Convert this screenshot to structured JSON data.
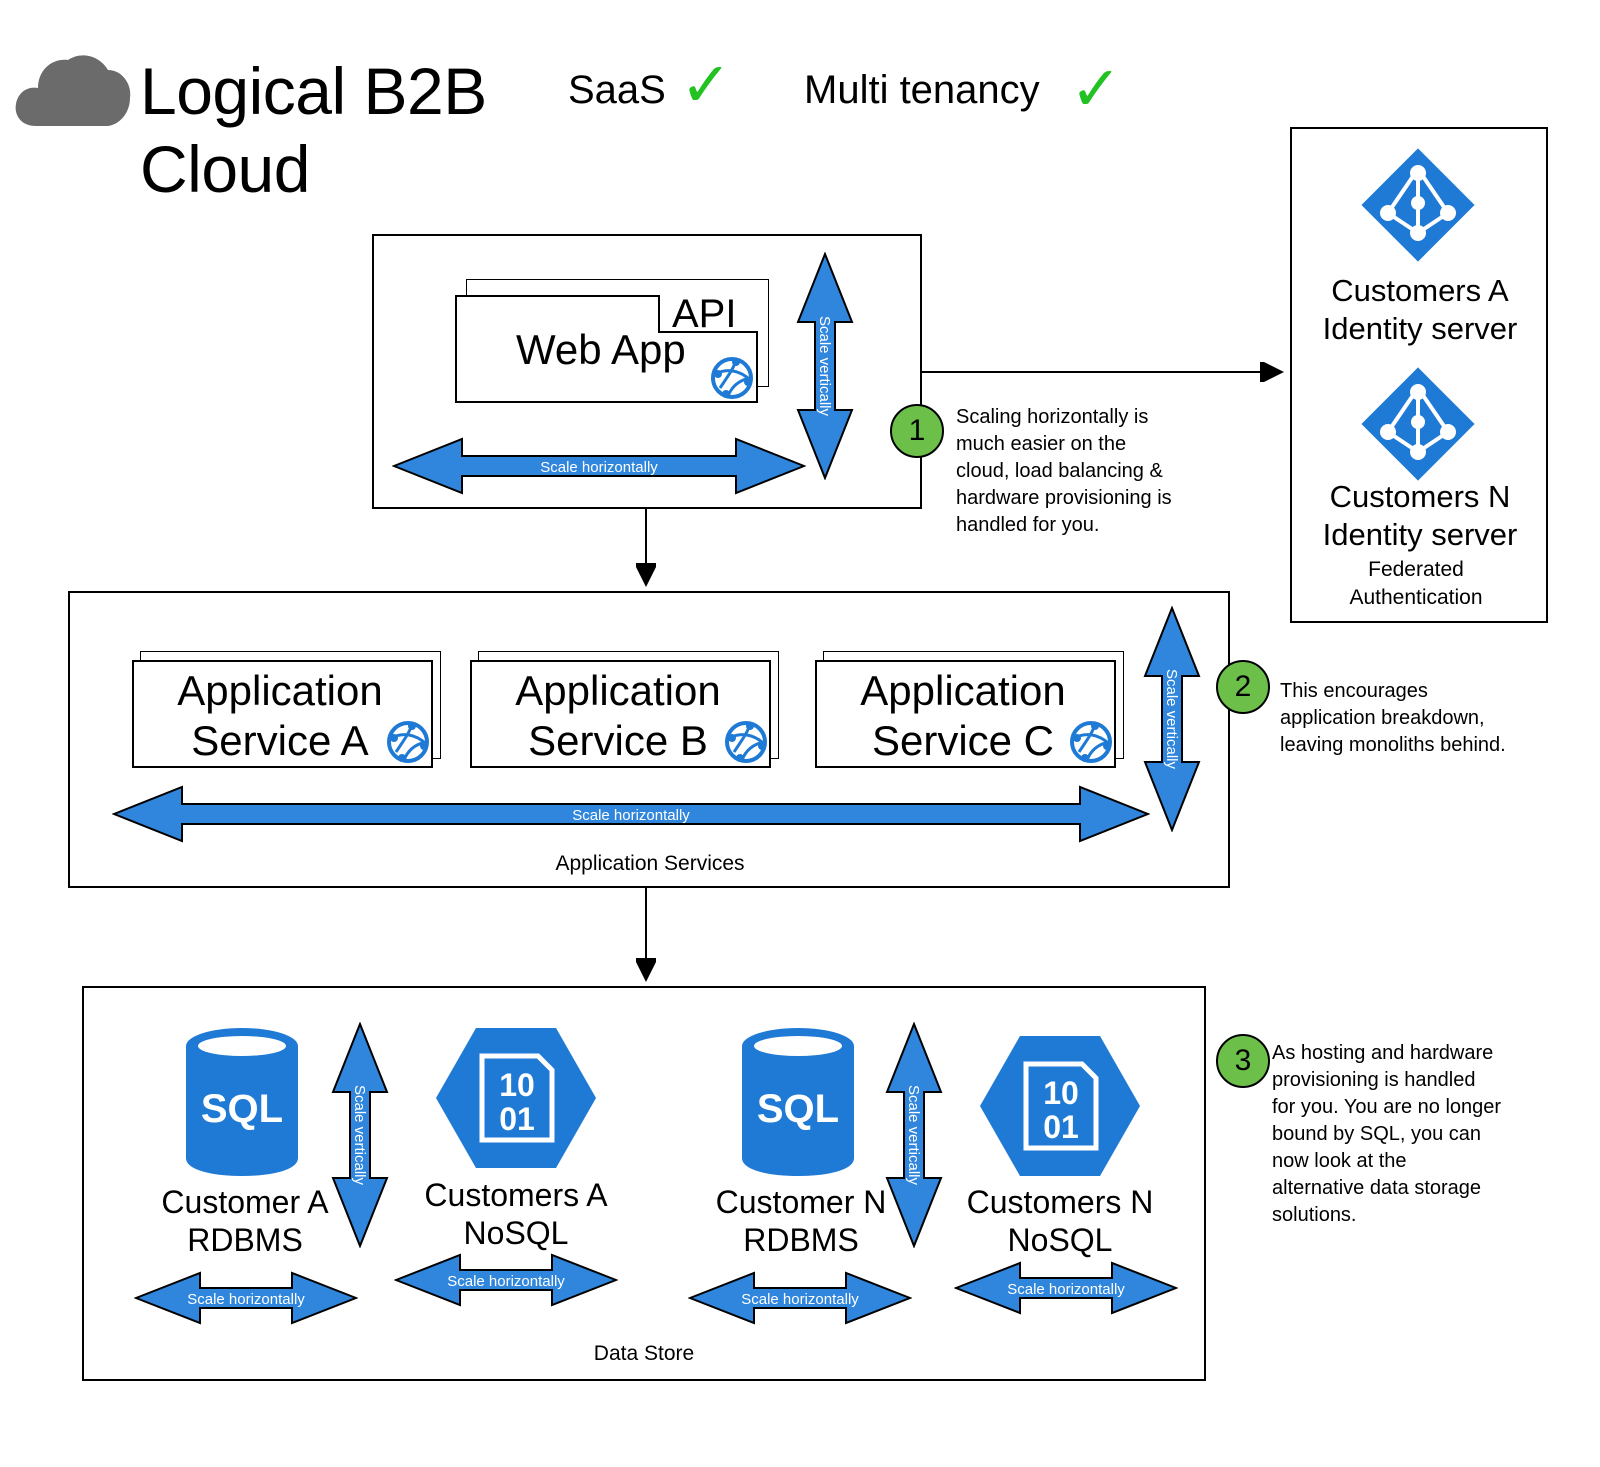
{
  "header": {
    "title_line1": "Logical B2B",
    "title_line2": "Cloud",
    "saas_label": "SaaS",
    "multitenancy_label": "Multi tenancy",
    "check_glyph": "✓",
    "check_color": "#22c222"
  },
  "web_tier": {
    "api_label": "API",
    "webapp_label": "Web App",
    "scale_horizontal": "Scale horizontally",
    "scale_vertical": "Scale vertically"
  },
  "identity": {
    "customer_a_line1": "Customers  A",
    "customer_a_line2": "Identity server",
    "customer_n_line1": "Customers  N",
    "customer_n_line2": "Identity server",
    "federated_line1": "Federated",
    "federated_line2": "Authentication"
  },
  "notes": {
    "n1": {
      "number": "1",
      "lines": [
        "Scaling horizontally is",
        "much easier on the",
        "cloud, load balancing &",
        "hardware provisioning is",
        "handled for you."
      ]
    },
    "n2": {
      "number": "2",
      "lines": [
        "This encourages",
        "application breakdown,",
        "leaving monoliths behind."
      ]
    },
    "n3": {
      "number": "3",
      "lines": [
        "As hosting and hardware",
        "provisioning is handled",
        "for you. You are no longer",
        "bound by SQL, you can",
        "now look at the",
        "alternative  data  storage",
        "solutions."
      ]
    }
  },
  "app_services": {
    "caption": "Application Services",
    "scale_horizontal": "Scale horizontally",
    "scale_vertical": "Scale vertically",
    "services": [
      {
        "line1": "Application",
        "line2": "Service A"
      },
      {
        "line1": "Application",
        "line2": "Service B"
      },
      {
        "line1": "Application",
        "line2": "Service C"
      }
    ]
  },
  "data_store": {
    "caption": "Data Store",
    "sql_icon_text": "SQL",
    "nosql_icon_line1": "10",
    "nosql_icon_line2": "01",
    "scale_horizontal": "Scale horizontally",
    "scale_vertical": "Scale vertically",
    "stores": [
      {
        "line1": "Customer A",
        "line2": "RDBMS"
      },
      {
        "line1": "Customers A",
        "line2": "NoSQL"
      },
      {
        "line1": "Customer N",
        "line2": "RDBMS"
      },
      {
        "line1": "Customers N",
        "line2": "NoSQL"
      }
    ]
  },
  "colors": {
    "arrow_fill": "#2f86dc",
    "arrow_stroke": "#000000",
    "azure_blue": "#1f7ad6",
    "note_green": "#6cc04a",
    "cloud_gray": "#6b6b6b"
  }
}
